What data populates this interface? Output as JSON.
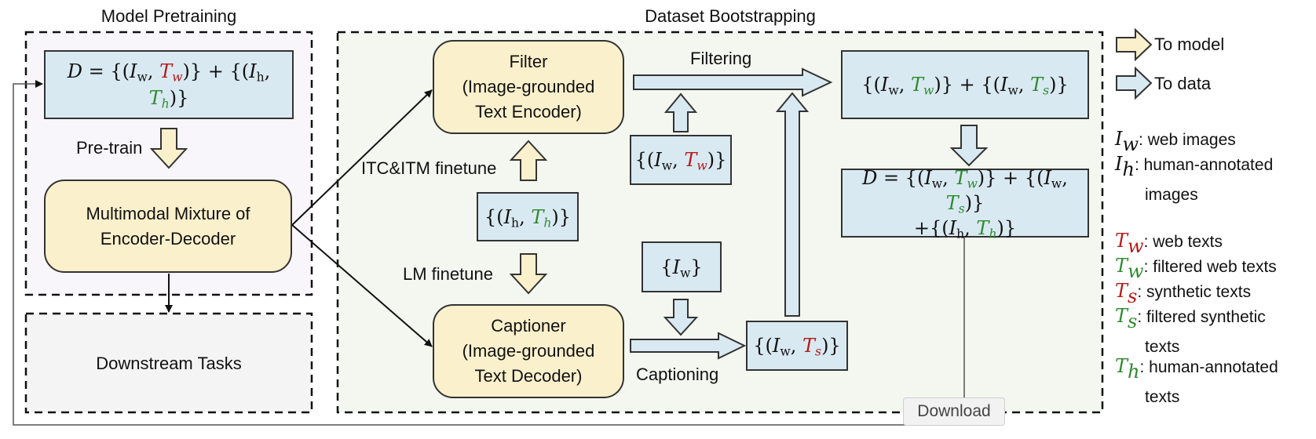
{
  "sections": {
    "pretraining": "Model Pretraining",
    "bootstrapping": "Dataset Bootstrapping"
  },
  "nodes": {
    "filter": [
      "Filter",
      "(Image-grounded",
      "Text Encoder)"
    ],
    "captioner": [
      "Captioner",
      "(Image-grounded",
      "Text Decoder)"
    ],
    "mixture": [
      "Multimodal Mixture of",
      "Encoder-Decoder"
    ],
    "downstream": "Downstream Tasks"
  },
  "edge_labels": {
    "pretrain": "Pre-train",
    "itc_itm": "ITC&ITM finetune",
    "lm": "LM finetune",
    "filtering": "Filtering",
    "captioning": "Captioning"
  },
  "legend_arrows": {
    "to_model": "To model",
    "to_data": "To data"
  },
  "legend_defs": [
    {
      "sym": "I",
      "sub": "w",
      "color": "#111111",
      "text": ": web images",
      "cont": ""
    },
    {
      "sym": "I",
      "sub": "h",
      "color": "#111111",
      "text": ": human-annotated",
      "cont": "images"
    },
    {
      "sym": "T",
      "sub": "w",
      "color": "#b51b1b",
      "text": ": web texts",
      "cont": ""
    },
    {
      "sym": "T",
      "sub": "w",
      "color": "#2e8b2e",
      "text": ": filtered web texts",
      "cont": ""
    },
    {
      "sym": "T",
      "sub": "s",
      "color": "#b51b1b",
      "text": ": synthetic texts",
      "cont": ""
    },
    {
      "sym": "T",
      "sub": "s",
      "color": "#2e8b2e",
      "text": ": filtered synthetic",
      "cont": "texts"
    },
    {
      "sym": "T",
      "sub": "h",
      "color": "#2e8b2e",
      "text": ": human-annotated",
      "cont": "texts"
    }
  ],
  "download_button": "Download",
  "colors": {
    "data_fill": "#d9e9f2",
    "model_fill": "#fbf0cc",
    "bootstrap_bg": "#f3f7f0",
    "pretrain_bg": "#f9f6fb",
    "downstream_bg": "#f4f4f4",
    "noisy_text": "#b51b1b",
    "clean_text": "#2e8b2e"
  }
}
